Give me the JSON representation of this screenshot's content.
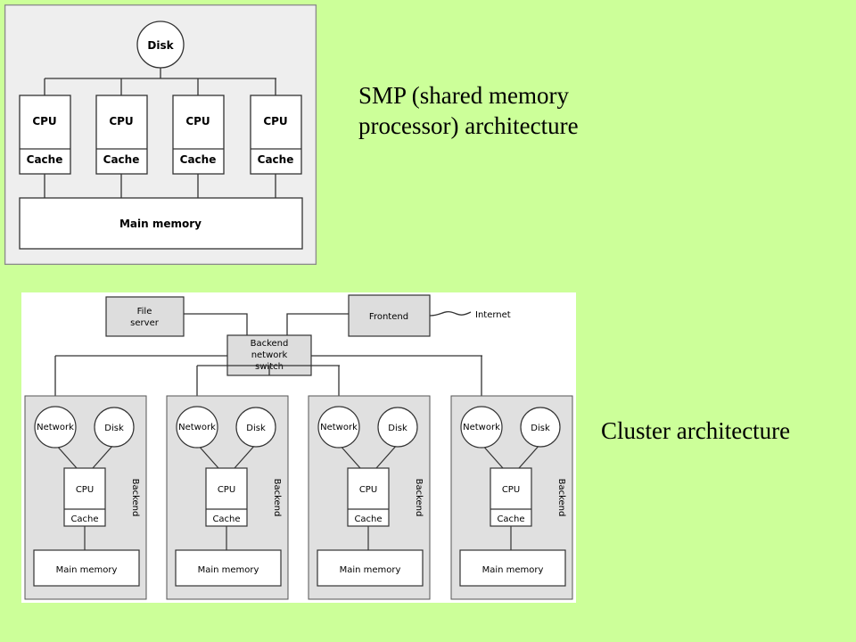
{
  "slide": {
    "smp_caption_line1": "SMP (shared memory",
    "smp_caption_line2": "processor) architecture",
    "cluster_caption": "Cluster architecture"
  },
  "smp": {
    "disk": "Disk",
    "cpu_label": "CPU",
    "cache_label": "Cache",
    "main_memory": "Main memory",
    "cpu_count": 4
  },
  "cluster": {
    "file_server_line1": "File",
    "file_server_line2": "server",
    "frontend": "Frontend",
    "internet": "Internet",
    "switch_line1": "Backend",
    "switch_line2": "network",
    "switch_line3": "switch",
    "node_count": 4,
    "node": {
      "network": "Network",
      "disk": "Disk",
      "cpu": "CPU",
      "cache": "Cache",
      "main_memory": "Main memory",
      "backend": "Backend"
    }
  },
  "colors": {
    "slide_background": "#ccff99",
    "panel_background": "#eeeeee",
    "node_background": "#e0e0e0",
    "box_fill": "#ffffff",
    "stroke": "#333333"
  }
}
